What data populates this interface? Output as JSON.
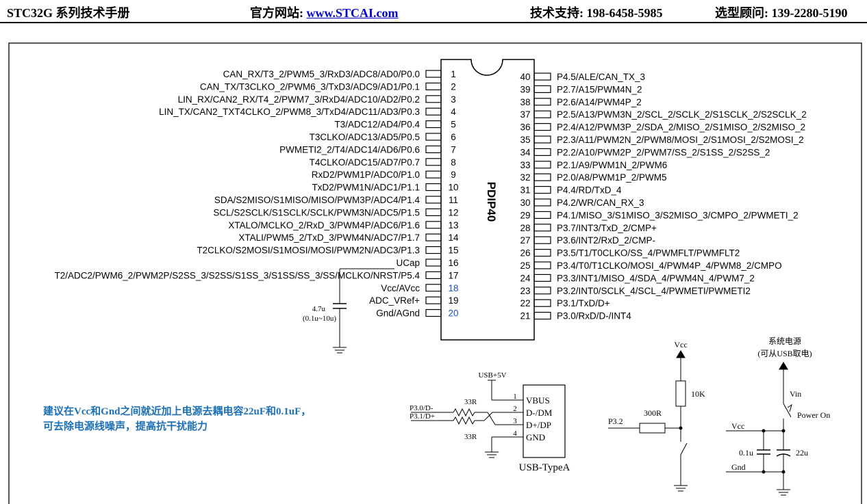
{
  "header": {
    "title": "STC32G 系列技术手册",
    "website_label": "官方网站: ",
    "website_url": "www.STCAI.com",
    "support": "技术支持: 198-6458-5985",
    "consult": "选型顾问: 139-2280-5190"
  },
  "chip": {
    "package": "PDIP40"
  },
  "left_pins": [
    {
      "num": "1",
      "name": "CAN_RX/T3_2/PWM5_3/RxD3/ADC8/AD0/P0.0"
    },
    {
      "num": "2",
      "name": "CAN_TX/T3CLKO_2/PWM6_3/TxD3/ADC9/AD1/P0.1"
    },
    {
      "num": "3",
      "name": "LIN_RX/CAN2_RX/T4_2/PWM7_3/RxD4/ADC10/AD2/P0.2"
    },
    {
      "num": "4",
      "name": "LIN_TX/CAN2_TXT4CLKO_2/PWM8_3/TxD4/ADC11/AD3/P0.3"
    },
    {
      "num": "5",
      "name": "T3/ADC12/AD4/P0.4"
    },
    {
      "num": "6",
      "name": "T3CLKO/ADC13/AD5/P0.5"
    },
    {
      "num": "7",
      "name": "PWMETI2_2/T4/ADC14/AD6/P0.6"
    },
    {
      "num": "8",
      "name": "T4CLKO/ADC15/AD7/P0.7"
    },
    {
      "num": "9",
      "name": "RxD2/PWM1P/ADC0/P1.0"
    },
    {
      "num": "10",
      "name": "TxD2/PWM1N/ADC1/P1.1"
    },
    {
      "num": "11",
      "name": "SDA/S2MISO/S1MISO/MISO/PWM3P/ADC4/P1.4"
    },
    {
      "num": "12",
      "name": "SCL/S2SCLK/S1SCLK/SCLK/PWM3N/ADC5/P1.5"
    },
    {
      "num": "13",
      "name": "XTALO/MCLKO_2/RxD_3/PWM4P/ADC6/P1.6"
    },
    {
      "num": "14",
      "name": "XTALI/PWM5_2/TxD_3/PWM4N/ADC7/P1.7"
    },
    {
      "num": "15",
      "name": "T2CLKO/S2MOSI/S1MOSI/MOSI/PWM2N/ADC3/P1.3"
    },
    {
      "num": "16",
      "name": "UCap"
    },
    {
      "num": "17",
      "name": "T2/ADC2/PWM6_2/PWM2P/S2SS_3/S2SS/S1SS_3/S1SS/SS_3/SS/MCLKO/NRST/P5.4"
    },
    {
      "num": "18",
      "name": "Vcc/AVcc"
    },
    {
      "num": "19",
      "name": "ADC_VRef+"
    },
    {
      "num": "20",
      "name": "Gnd/AGnd"
    }
  ],
  "right_pins": [
    {
      "num": "40",
      "name": "P4.5/ALE/CAN_TX_3"
    },
    {
      "num": "39",
      "name": "P2.7/A15/PWM4N_2"
    },
    {
      "num": "38",
      "name": "P2.6/A14/PWM4P_2"
    },
    {
      "num": "37",
      "name": "P2.5/A13/PWM3N_2/SCL_2/SCLK_2/S1SCLK_2/S2SCLK_2"
    },
    {
      "num": "36",
      "name": "P2.4/A12/PWM3P_2/SDA_2/MISO_2/S1MISO_2/S2MISO_2"
    },
    {
      "num": "35",
      "name": "P2.3/A11/PWM2N_2/PWM8/MOSI_2/S1MOSI_2/S2MOSI_2"
    },
    {
      "num": "34",
      "name": "P2.2/A10/PWM2P_2/PWM7/SS_2/S1SS_2/S2SS_2"
    },
    {
      "num": "33",
      "name": "P2.1/A9/PWM1N_2/PWM6"
    },
    {
      "num": "32",
      "name": "P2.0/A8/PWM1P_2/PWM5"
    },
    {
      "num": "31",
      "name": "P4.4/RD/TxD_4"
    },
    {
      "num": "30",
      "name": "P4.2/WR/CAN_RX_3"
    },
    {
      "num": "29",
      "name": "P4.1/MISO_3/S1MISO_3/S2MISO_3/CMPO_2/PWMETI_2"
    },
    {
      "num": "28",
      "name": "P3.7/INT3/TxD_2/CMP+"
    },
    {
      "num": "27",
      "name": "P3.6/INT2/RxD_2/CMP-"
    },
    {
      "num": "26",
      "name": "P3.5/T1/T0CLKO/SS_4/PWMFLT/PWMFLT2"
    },
    {
      "num": "25",
      "name": "P3.4/T0/T1CLKO/MOSI_4/PWM4P_4/PWM8_2/CMPO"
    },
    {
      "num": "24",
      "name": "P3.3/INT1/MISO_4/SDA_4/PWM4N_4/PWM7_2"
    },
    {
      "num": "23",
      "name": "P3.2/INT0/SCLK_4/SCL_4/PWMETI/PWMETI2"
    },
    {
      "num": "22",
      "name": "P3.1/TxD/D+"
    },
    {
      "num": "21",
      "name": "P3.0/RxD/D-/INT4"
    }
  ],
  "ucap": {
    "value": "4.7u",
    "range": "(0.1u~10u)"
  },
  "note": {
    "line1": "建议在Vcc和Gnd之间就近加上电源去耦电容22uF和0.1uF，",
    "line2": "可去除电源线噪声，提高抗干扰能力"
  },
  "usb": {
    "supply": "USB+5V",
    "p30": "P3.0/D-",
    "p31": "P3.1/D+",
    "r_top": "33R",
    "r_bottom": "33R",
    "pins": [
      {
        "num": "1",
        "name": "VBUS"
      },
      {
        "num": "2",
        "name": "D-/DM"
      },
      {
        "num": "3",
        "name": "D+/DP"
      },
      {
        "num": "4",
        "name": "GND"
      }
    ],
    "connector": "USB-TypeA"
  },
  "reset": {
    "vcc": "Vcc",
    "pullup": "10K",
    "series": "300R",
    "port": "P3.2"
  },
  "power": {
    "title": "系统电源",
    "subtitle": "(可从USB取电)",
    "vin": "Vin",
    "switch_label": "Power On",
    "vcc": "Vcc",
    "gnd": "Gnd",
    "c_small": "0.1u",
    "c_large": "22u"
  },
  "colors": {
    "pin_blue": "#1a4fd6",
    "note_blue": "#1a6fb7",
    "link_blue": "#0000cc"
  }
}
